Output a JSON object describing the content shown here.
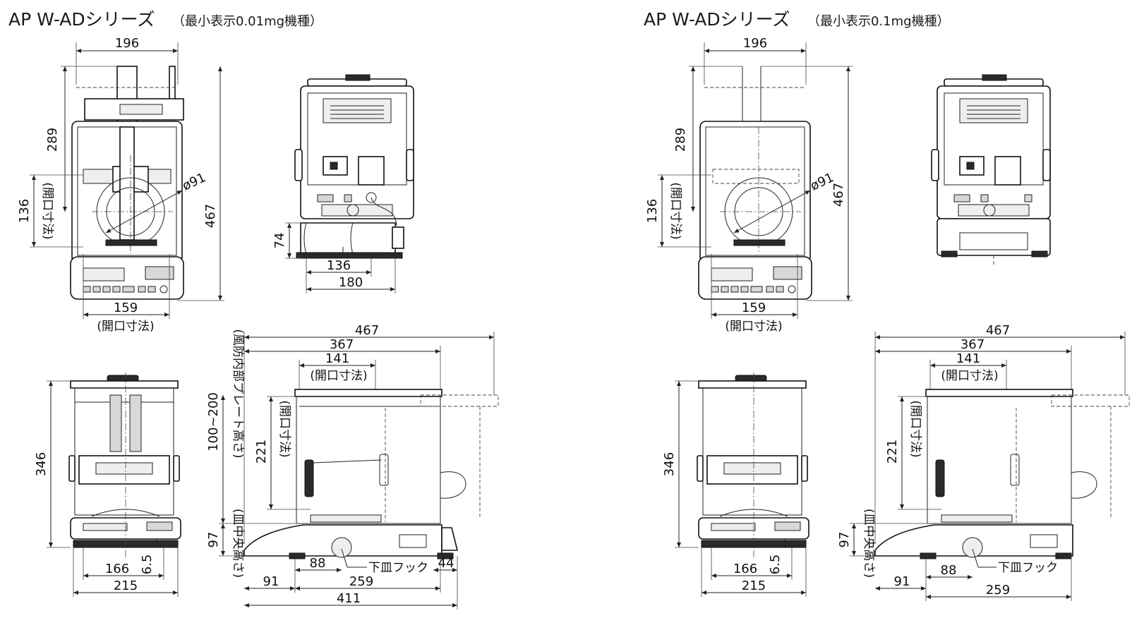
{
  "left": {
    "title": "AP W-ADシリーズ",
    "subtitle": "（最小表示0.01mg機種）",
    "front": {
      "width": "196",
      "height_top": "289",
      "total_height": "467",
      "pan_diameter": "ø91",
      "door_opening_h": "136",
      "door_opening_h_note": "(開口寸法)",
      "door_opening_w": "159",
      "door_opening_w_note": "(開口寸法)"
    },
    "rear": {
      "base_h": "74",
      "base_w1": "136",
      "base_w2": "180"
    },
    "front_lower": {
      "height": "346",
      "w_inner": "166",
      "w_outer": "215",
      "foot": "6.5"
    },
    "side": {
      "total_depth": "467",
      "depth": "367",
      "top_open": "141",
      "top_open_note": "(開口寸法)",
      "inner_h": "221",
      "inner_h_note": "(開口寸法)",
      "plate_h": "100~200",
      "plate_h_note": "(風防内部プレート高さ)",
      "pan_h": "97",
      "pan_h_note": "(皿中央高さ)",
      "d91": "91",
      "d88": "88",
      "d259": "259",
      "d411": "411",
      "d44": "44",
      "hook_label": "下皿フック"
    }
  },
  "right": {
    "title": "AP W-ADシリーズ",
    "subtitle": "（最小表示0.1mg機種）",
    "front": {
      "width": "196",
      "height_top": "289",
      "total_height": "467",
      "pan_diameter": "ø91",
      "door_opening_h": "136",
      "door_opening_h_note": "(開口寸法)",
      "door_opening_w": "159",
      "door_opening_w_note": "(開口寸法)"
    },
    "front_lower": {
      "height": "346",
      "w_inner": "166",
      "w_outer": "215",
      "foot": "6.5"
    },
    "side": {
      "total_depth": "467",
      "depth": "367",
      "top_open": "141",
      "top_open_note": "(開口寸法)",
      "inner_h": "221",
      "inner_h_note": "(開口寸法)",
      "pan_h": "97",
      "pan_h_note": "(皿中央高さ)",
      "d91": "91",
      "d88": "88",
      "d259": "259",
      "hook_label": "下皿フック"
    }
  }
}
